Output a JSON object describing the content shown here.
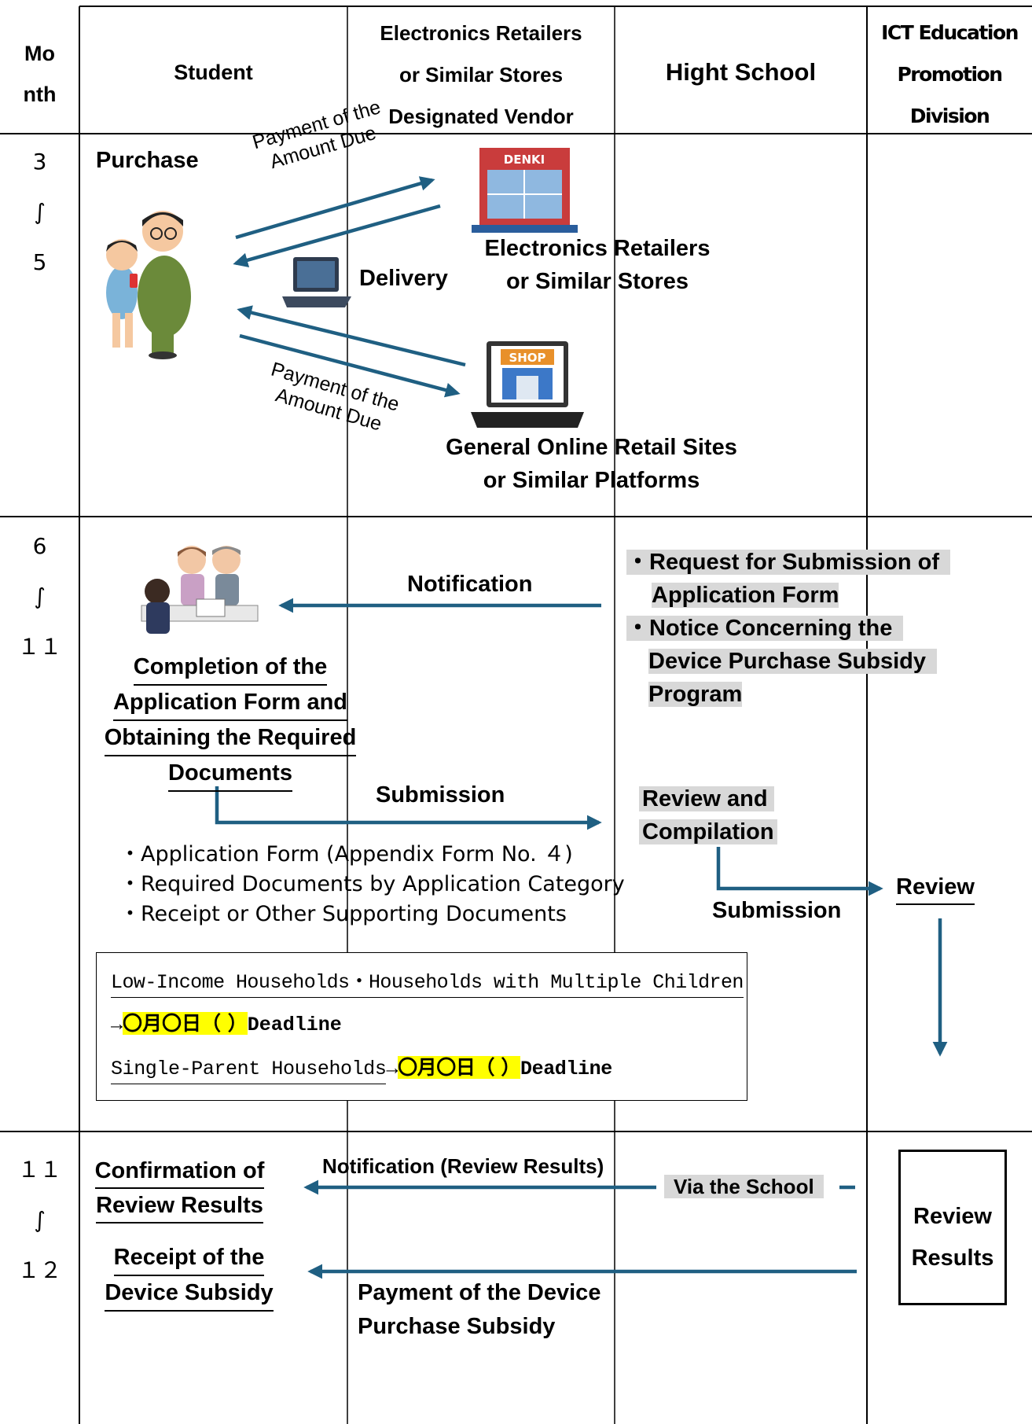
{
  "header": {
    "month": [
      "Mo",
      "nth"
    ],
    "student": "Student",
    "retailers": [
      "Electronics Retailers",
      "or Similar Stores",
      "Designated Vendor"
    ],
    "school": "Hight School",
    "ict": [
      "ICT Education",
      "Promotion",
      "Division"
    ]
  },
  "months": {
    "row1": [
      "3",
      "∫",
      "5"
    ],
    "row2": [
      "6",
      "∫",
      "１１"
    ],
    "row3": [
      "１１",
      "∫",
      "１２"
    ]
  },
  "row1": {
    "purchase": "Purchase",
    "payment_top": [
      "Payment of the",
      "Amount Due"
    ],
    "delivery": "Delivery",
    "payment_bottom": [
      "Payment of the",
      "Amount Due"
    ],
    "store_sign": "DENKI",
    "store_label": [
      "Electronics Retailers",
      "or Similar Stores"
    ],
    "shop_sign": "SHOP",
    "online_label": [
      "General Online Retail Sites",
      "or Similar Platforms"
    ]
  },
  "row2": {
    "notification": "Notification",
    "request": [
      "・Request for Submission of",
      "Application Form"
    ],
    "notice": [
      "・Notice Concerning the",
      "Device Purchase Subsidy",
      "Program"
    ],
    "completion": [
      "Completion of the",
      "Application Form and",
      "Obtaining the Required",
      "Documents"
    ],
    "submission1": "Submission",
    "review_compile": [
      "Review and",
      "Compilation"
    ],
    "submission2": "Submission",
    "review": "Review",
    "documents": [
      "・Application Form (Appendix Form No. ４)",
      "・Required Documents by Application Category",
      "・Receipt or Other Supporting Documents"
    ],
    "deadline_line1": "Low-Income Households・Households with Multiple Children",
    "deadline_arrow": "→",
    "deadline_date": "〇月〇日（ ）",
    "deadline_word": "Deadline",
    "deadline_single": "Single-Parent Households"
  },
  "row3": {
    "confirmation": [
      "Confirmation of",
      "Review Results"
    ],
    "receipt": [
      "Receipt of the",
      "Device Subsidy"
    ],
    "notification_results": "Notification (Review Results)",
    "via_school": "Via the School",
    "review_results": [
      "Review",
      "Results"
    ],
    "payment_subsidy": [
      "Payment of the Device",
      "Purchase Subsidy"
    ]
  },
  "colors": {
    "arrow": "#1f5f82",
    "highlight": "#ffff00",
    "grey_box": "#d8d8d8"
  }
}
